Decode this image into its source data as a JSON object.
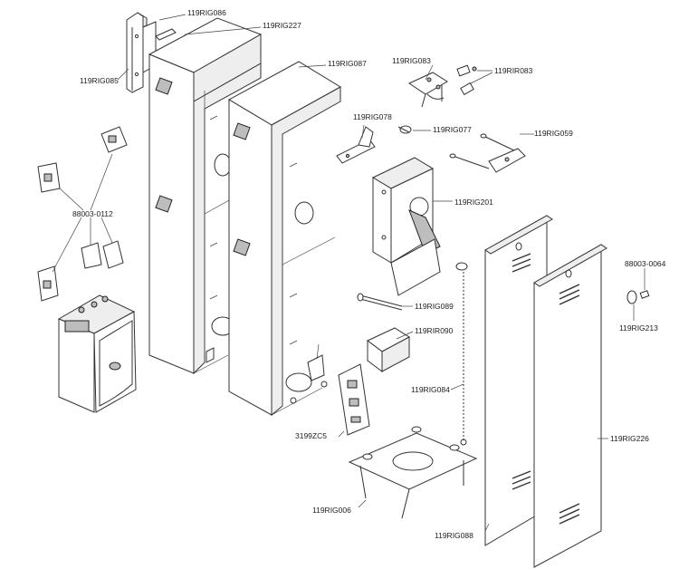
{
  "diagram": {
    "labels": [
      {
        "id": "119RIG086",
        "text": "119RIG086"
      },
      {
        "id": "119RIG227",
        "text": "119RIG227"
      },
      {
        "id": "119RIG087",
        "text": "119RIG087"
      },
      {
        "id": "119RIG085",
        "text": "119RIG085"
      },
      {
        "id": "119RIG083",
        "text": "119RIG083"
      },
      {
        "id": "119RIR083",
        "text": "119RIR083"
      },
      {
        "id": "119RIG078",
        "text": "119RIG078"
      },
      {
        "id": "119RIG077",
        "text": "119RIG077"
      },
      {
        "id": "119RIG059",
        "text": "119RIG059"
      },
      {
        "id": "119RIG201",
        "text": "119RIG201"
      },
      {
        "id": "88003-0112",
        "text": "88003-0112"
      },
      {
        "id": "88003-0064",
        "text": "88003-0064"
      },
      {
        "id": "119RIG089",
        "text": "119RIG089"
      },
      {
        "id": "119RIG213",
        "text": "119RIG213"
      },
      {
        "id": "119RIR090",
        "text": "119RIR090"
      },
      {
        "id": "119RIG084",
        "text": "119RIG084"
      },
      {
        "id": "3199ZC5",
        "text": "3199ZC5"
      },
      {
        "id": "119RIG226",
        "text": "119RIG226"
      },
      {
        "id": "119RIG006",
        "text": "119RIG006"
      },
      {
        "id": "119RIG088",
        "text": "119RIG088"
      }
    ]
  }
}
